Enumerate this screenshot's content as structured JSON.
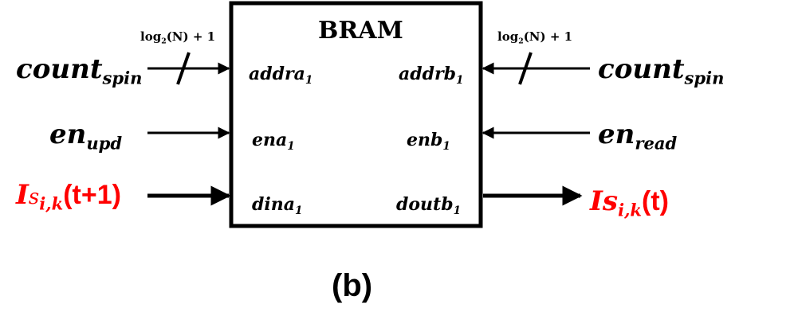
{
  "block": {
    "title": "BRAM"
  },
  "width_label_left": {
    "prefix": "log",
    "base": "2",
    "arg": "(N) + 1"
  },
  "width_label_right": {
    "prefix": "log",
    "base": "2",
    "arg": "(N) + 1"
  },
  "left_signals": [
    {
      "base": "count",
      "sub": "spin"
    },
    {
      "base": "en",
      "sub": "upd"
    },
    {
      "base": "I",
      "sub_base": "s",
      "sub": "i,k",
      "suffix": "(t+1)"
    }
  ],
  "right_signals": [
    {
      "base": "count",
      "sub": "spin"
    },
    {
      "base": "en",
      "sub": "read"
    },
    {
      "base": "I",
      "sub_base": "s",
      "sub": "i,k",
      "suffix": "(t)"
    }
  ],
  "left_ports": [
    {
      "base": "addra",
      "sub": "1"
    },
    {
      "base": "ena",
      "sub": "1"
    },
    {
      "base": "dina",
      "sub": "1"
    }
  ],
  "right_ports": [
    {
      "base": "addrb",
      "sub": "1"
    },
    {
      "base": "enb",
      "sub": "1"
    },
    {
      "base": "doutb",
      "sub": "1"
    }
  ],
  "caption": "(b)",
  "colors": {
    "highlight": "#ff0000",
    "line": "#000000"
  }
}
